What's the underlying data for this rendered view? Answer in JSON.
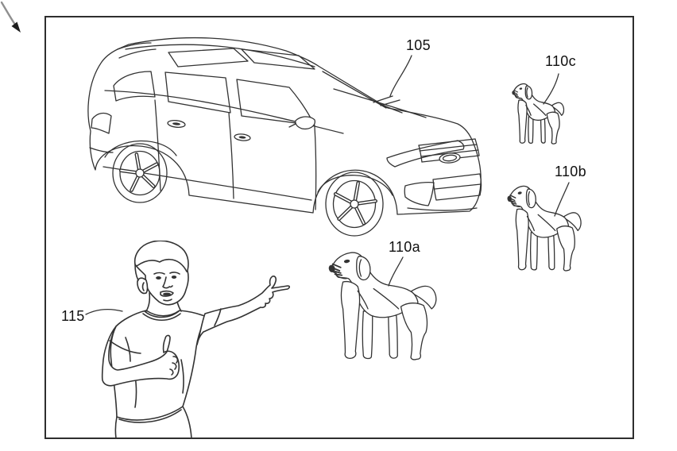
{
  "figure": {
    "type": "patent-line-drawing",
    "labels": {
      "car": "105",
      "dog_large": "110a",
      "dog_medium": "110b",
      "dog_small": "110c",
      "person": "115"
    },
    "scene_items": [
      {
        "id": "vehicle-drawing",
        "label": "105"
      },
      {
        "id": "dog-drawing-large",
        "label": "110a"
      },
      {
        "id": "dog-drawing-medium",
        "label": "110b"
      },
      {
        "id": "dog-drawing-small",
        "label": "110c"
      },
      {
        "id": "person-pointing-drawing",
        "label": "115"
      }
    ],
    "icons": {
      "pointer_arrow": "curved-arrow-down-right"
    },
    "colors": {
      "bg": "#ffffff",
      "line": "#333333",
      "frame": "#2e2e2e",
      "label": "#111111",
      "arrow": "#8f8f8f",
      "arrowhead": "#1d1d1d"
    }
  }
}
